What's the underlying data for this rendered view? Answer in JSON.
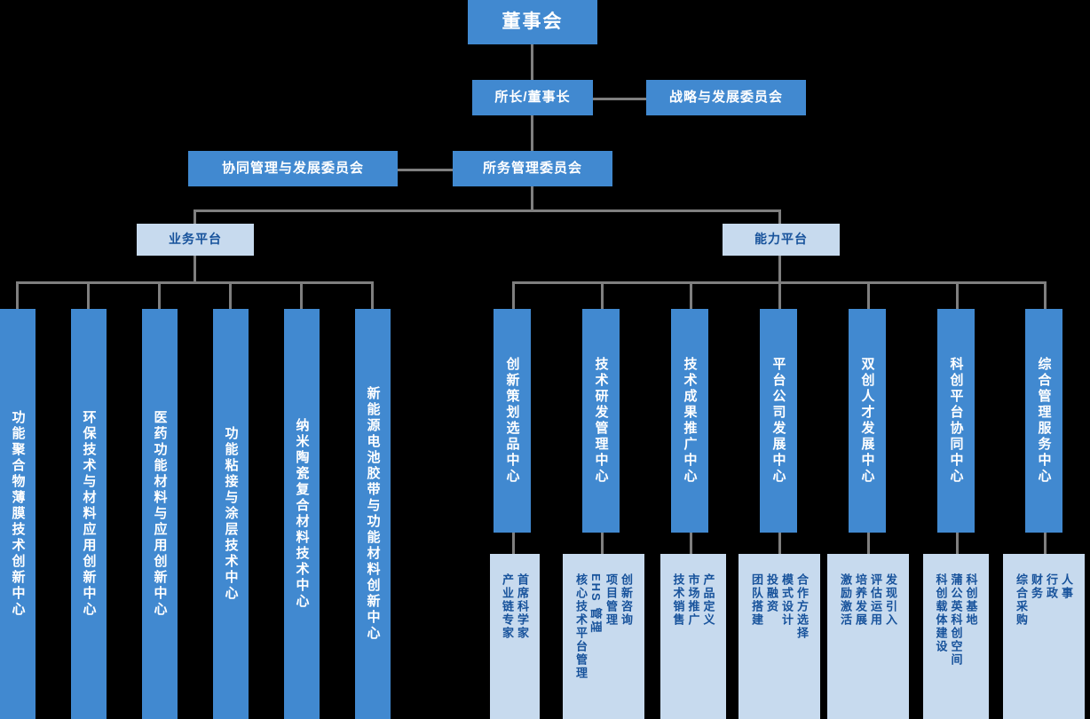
{
  "chart_data": {
    "type": "diagram",
    "title": "组织架构图",
    "colors": {
      "primary": "#4189d0",
      "secondary": "#c7daee",
      "line": "#7f7f7f",
      "light_text": "#17529b",
      "dark_text": "#ffffff",
      "background": "#000000"
    }
  },
  "top": {
    "board": "董事会",
    "director": "所长/董事长",
    "strategy_committee": "战略与发展委员会",
    "affairs_committee": "所务管理委员会",
    "coordination_committee": "协同管理与发展委员会"
  },
  "platforms": {
    "business": "业务平台",
    "capability": "能力平台"
  },
  "business_centers": [
    {
      "name": "功能聚合物薄膜技术创新中心"
    },
    {
      "name": "环保技术与材料应用创新中心"
    },
    {
      "name": "医药功能材料与应用创新中心"
    },
    {
      "name": "功能粘接与涂层技术中心"
    },
    {
      "name": "纳米陶瓷复合材料技术中心"
    },
    {
      "name": "新能源电池胶带与功能材料创新中心"
    }
  ],
  "capability_centers": [
    {
      "name": "创新策划选品中心",
      "subs": [
        "首席科学家",
        "产业链专家"
      ]
    },
    {
      "name": "技术研发管理中心",
      "subs": [
        "创新咨询",
        "项目管理",
        "EHS 管理",
        "核心技术平台管理"
      ]
    },
    {
      "name": "技术成果推广中心",
      "subs": [
        "产品定义",
        "市场推广",
        "技术销售"
      ]
    },
    {
      "name": "平台公司发展中心",
      "subs": [
        "合作方选择",
        "模式设计",
        "投融资",
        "团队搭建"
      ]
    },
    {
      "name": "双创人才发展中心",
      "subs": [
        "发现引入",
        "评估运用",
        "培养发展",
        "激励激活"
      ]
    },
    {
      "name": "科创平台协同中心",
      "subs": [
        "科创基地",
        "蒲公英科创空间",
        "科创载体建设"
      ]
    },
    {
      "name": "综合管理服务中心",
      "subs": [
        "人事",
        "行政",
        "财务",
        "综合采购"
      ]
    }
  ]
}
